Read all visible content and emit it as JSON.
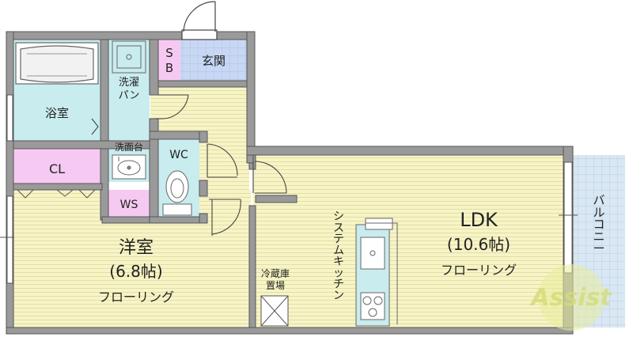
{
  "rooms": {
    "bath": "浴室",
    "washer": "洗濯\nパン",
    "sink": "洗面台",
    "sb": "S\nB",
    "entrance": "玄関",
    "wc": "WC",
    "cl": "CL",
    "ws": "WS",
    "western_room": {
      "name": "洋室",
      "size": "(6.8帖)",
      "floor": "フローリング"
    },
    "ldk": {
      "name": "LDK",
      "size": "(10.6帖)",
      "floor": "フローリング"
    },
    "kitchen": "システムキッチン",
    "fridge": "冷蔵庫\n置場",
    "balcony": "バルコニー"
  },
  "logo": {
    "text": "Assist"
  },
  "colors": {
    "wall": "#8a8a8a",
    "wood_floor": "#f7f4c6",
    "wood_line": "#e2dda2",
    "wet_area": "#c9ecee",
    "pink": "#f6c9f2",
    "tile_blue": "#c9d9f5",
    "balcony": "#d8e7f4"
  }
}
